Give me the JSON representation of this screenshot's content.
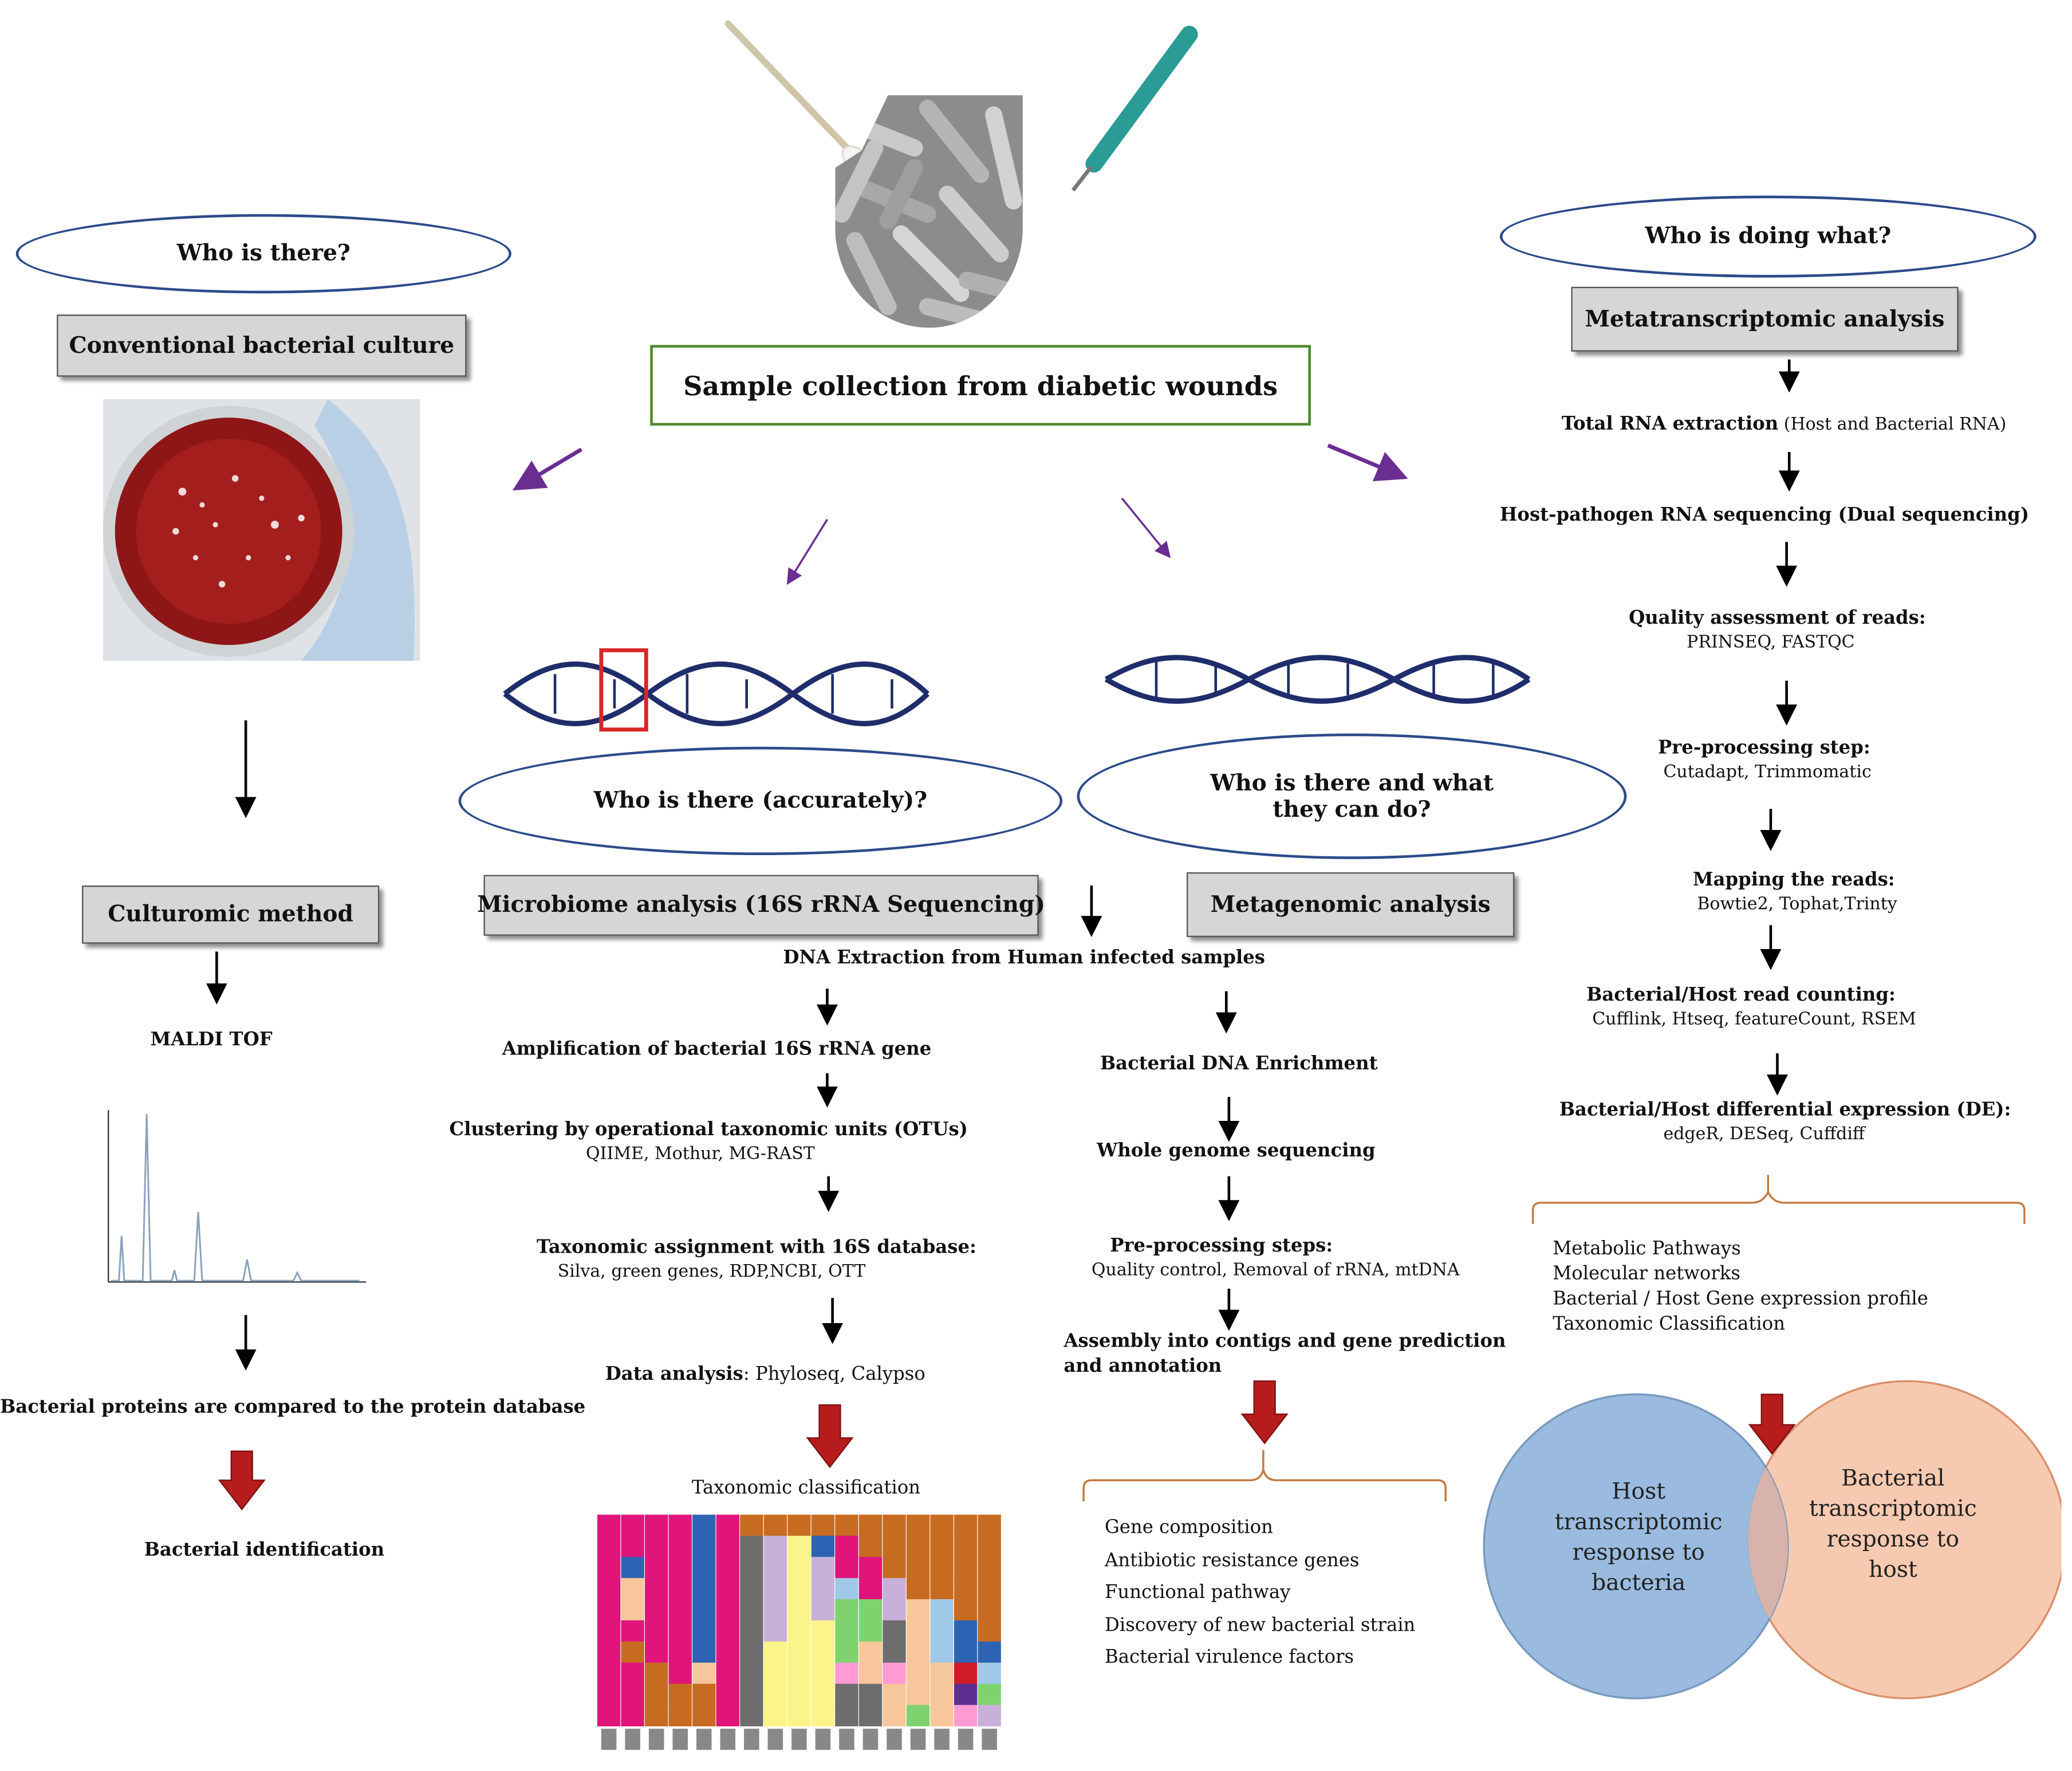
{
  "center": {
    "sample_box": "Sample collection from diabetic wounds",
    "bacteria_image": "bacteria-micrograph",
    "swab_icon": "cotton-swab-icon",
    "curette_icon": "curette-icon"
  },
  "left": {
    "question": "Who is there?",
    "method_box": "Conventional bacterial culture",
    "culturomic_box": "Culturomic method",
    "maldi": "MALDI TOF",
    "compare_text": "Bacterial proteins are compared to the protein database",
    "result": "Bacterial identification"
  },
  "microbiome": {
    "question": "Who is there (accurately)?",
    "method_box": "Microbiome analysis (16S rRNA Sequencing)",
    "dna_extraction": "DNA Extraction from Human infected samples",
    "step1": "Amplification of bacterial 16S rRNA gene",
    "step2_title": "Clustering by operational taxonomic units (OTUs)",
    "step2_tools": "QIIME, Mothur, MG-RAST",
    "step3_title": "Taxonomic assignment with 16S database:",
    "step3_tools": "Silva, green genes, RDP,NCBI, OTT",
    "step4_title": "Data analysis",
    "step4_tools": ": Phyloseq, Calypso",
    "result": "Taxonomic classification"
  },
  "metagenomic": {
    "question": "Who is there and what they can do?",
    "method_box": "Metagenomic analysis",
    "step1": "Bacterial DNA Enrichment",
    "step2": "Whole genome sequencing",
    "step3_title": "Pre-processing steps:",
    "step3_tools": "Quality control, Removal of rRNA, mtDNA",
    "step4": "Assembly into contigs and gene prediction and annotation",
    "outputs": [
      "Gene composition",
      "Antibiotic resistance genes",
      "Functional pathway",
      "Discovery of new bacterial strain",
      "Bacterial virulence factors"
    ]
  },
  "metatranscriptomic": {
    "question": "Who is doing what?",
    "method_box": "Metatranscriptomic analysis",
    "step1_bold": "Total RNA extraction",
    "step1_rest": " (Host and Bacterial RNA)",
    "step2": "Host-pathogen RNA sequencing (Dual sequencing)",
    "step3_title": "Quality assessment of reads:",
    "step3_tools": "PRINSEQ, FASTQC",
    "step4_title": "Pre-processing step:",
    "step4_tools": "Cutadapt, Trimmomatic",
    "step5_title": "Mapping the reads:",
    "step5_tools": "Bowtie2, Tophat,Trinty",
    "step6_title": "Bacterial/Host read counting:",
    "step6_tools": "Cufflink, Htseq, featureCount, RSEM",
    "step7_title": "Bacterial/Host differential expression (DE):",
    "step7_tools": "edgeR, DESeq, Cuffdiff",
    "outputs": [
      "Metabolic Pathways",
      "Molecular networks",
      "Bacterial / Host Gene expression profile",
      "Taxonomic Classification"
    ],
    "venn_left": "Host transcriptomic response to bacteria",
    "venn_right": "Bacterial transcriptomic response to host"
  },
  "colors": {
    "ellipse_border": "#2c4a8a",
    "purple_arrow": "#6a2d91",
    "red_arrow": "#b71c1c",
    "brace": "#c47a3f",
    "venn_left": "#8fb4dc",
    "venn_right": "#f6c8ad"
  }
}
